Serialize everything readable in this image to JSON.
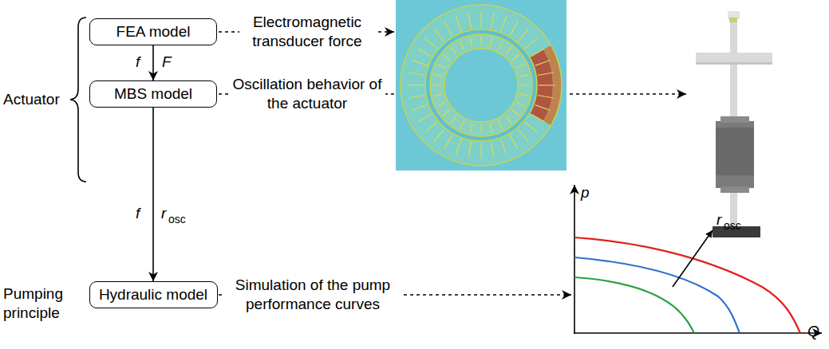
{
  "diagram": {
    "nodes": [
      {
        "text": [
          "FEA model"
        ]
      },
      {
        "text": [
          "MBS model"
        ]
      },
      {
        "text": [
          "Hydraulic model"
        ]
      }
    ],
    "edges": [
      {
        "from": 0,
        "to": 1,
        "arrow": "to"
      },
      {
        "from": 1,
        "to": 2,
        "arrow": "to"
      }
    ],
    "labels": [
      "Actuator",
      "Pumping principle",
      "Electromagnetic transducer force",
      "Oscillation behavior of the actuator",
      "Simulation of the pump performance curves",
      "f",
      "F",
      "f",
      "r",
      "osc",
      "p",
      "r",
      "osc",
      "Q"
    ]
  }
}
